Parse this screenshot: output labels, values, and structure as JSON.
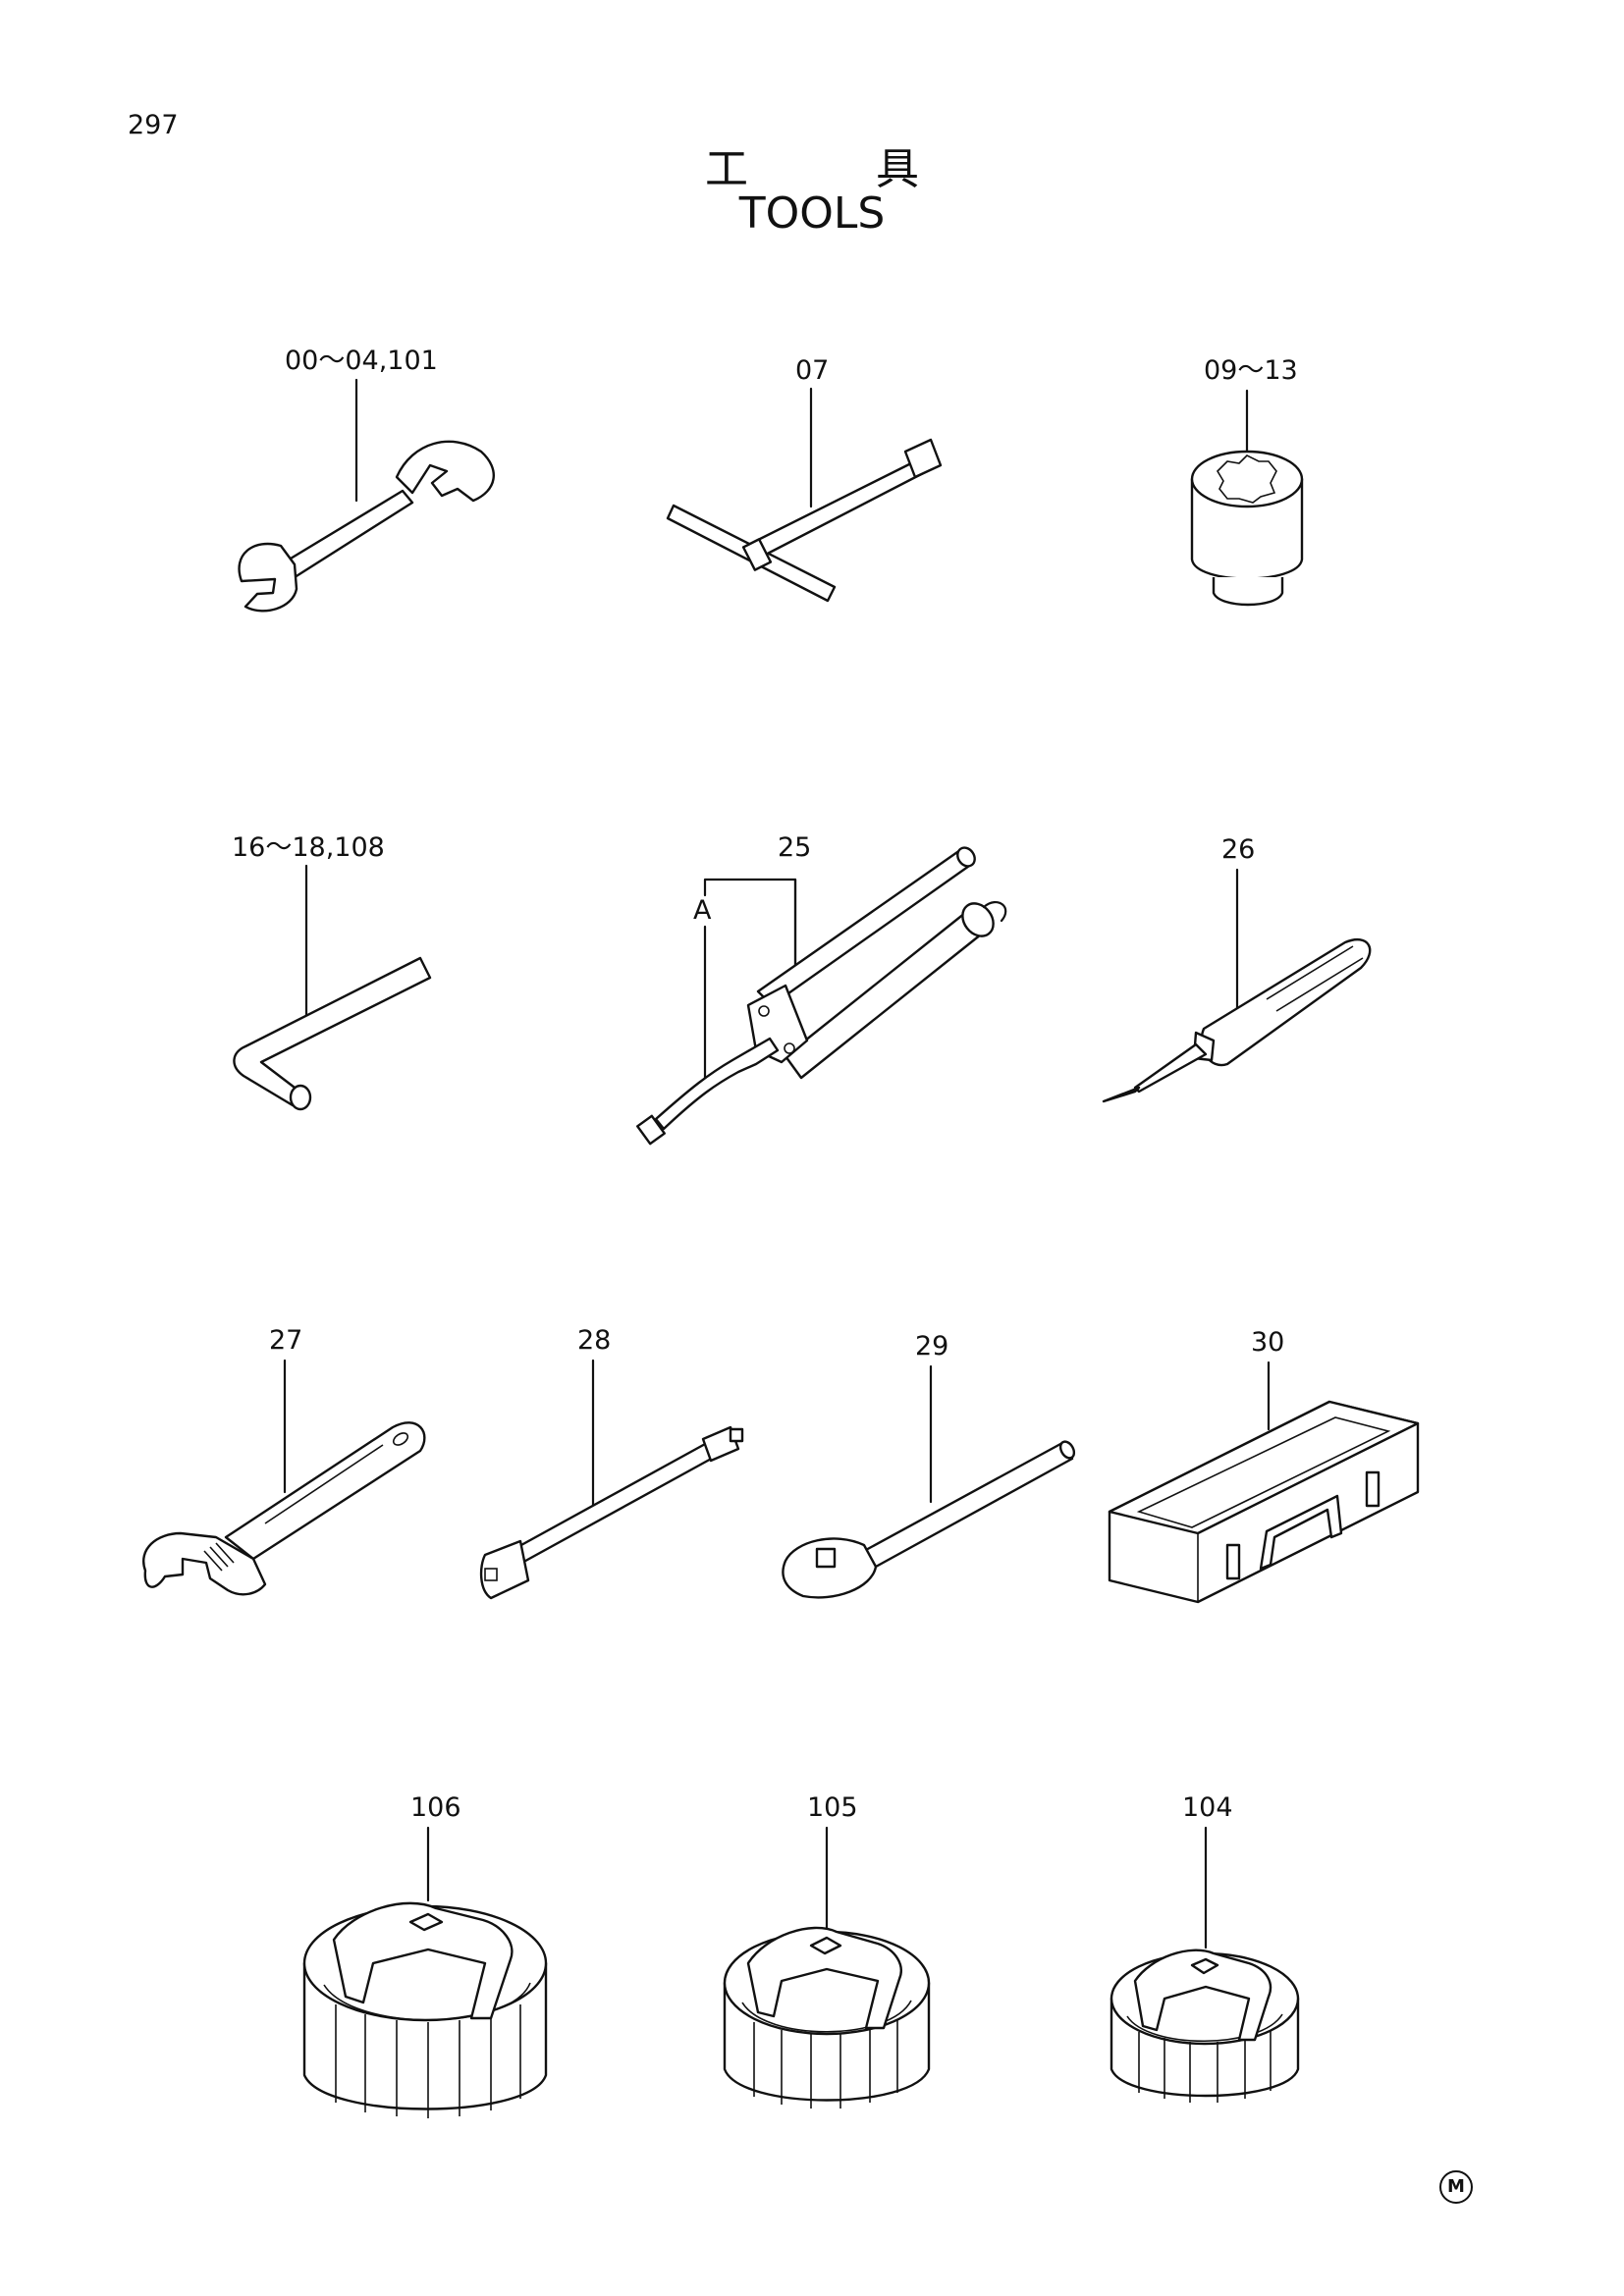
{
  "page": {
    "number": "297",
    "title_jp": "工 具",
    "title_en": "TOOLS",
    "mark": "M"
  },
  "parts": [
    {
      "label": "00～04,101",
      "icon": "double-open-end-wrench-icon"
    },
    {
      "label": "07",
      "icon": "t-handle-socket-wrench-icon"
    },
    {
      "label": "09～13",
      "icon": "socket-icon"
    },
    {
      "label": "16～18,108",
      "icon": "hex-key-icon"
    },
    {
      "label": "25",
      "icon": "grease-gun-icon"
    },
    {
      "label": "A",
      "icon": "grease-gun-nozzle-icon"
    },
    {
      "label": "26",
      "icon": "screwdriver-icon"
    },
    {
      "label": "27",
      "icon": "adjustable-wrench-icon"
    },
    {
      "label": "28",
      "icon": "extension-bar-icon"
    },
    {
      "label": "29",
      "icon": "ratchet-handle-icon"
    },
    {
      "label": "30",
      "icon": "tool-box-icon"
    },
    {
      "label": "106",
      "icon": "filter-wrench-cup-large-icon"
    },
    {
      "label": "105",
      "icon": "filter-wrench-cup-medium-icon"
    },
    {
      "label": "104",
      "icon": "filter-wrench-cup-small-icon"
    }
  ]
}
